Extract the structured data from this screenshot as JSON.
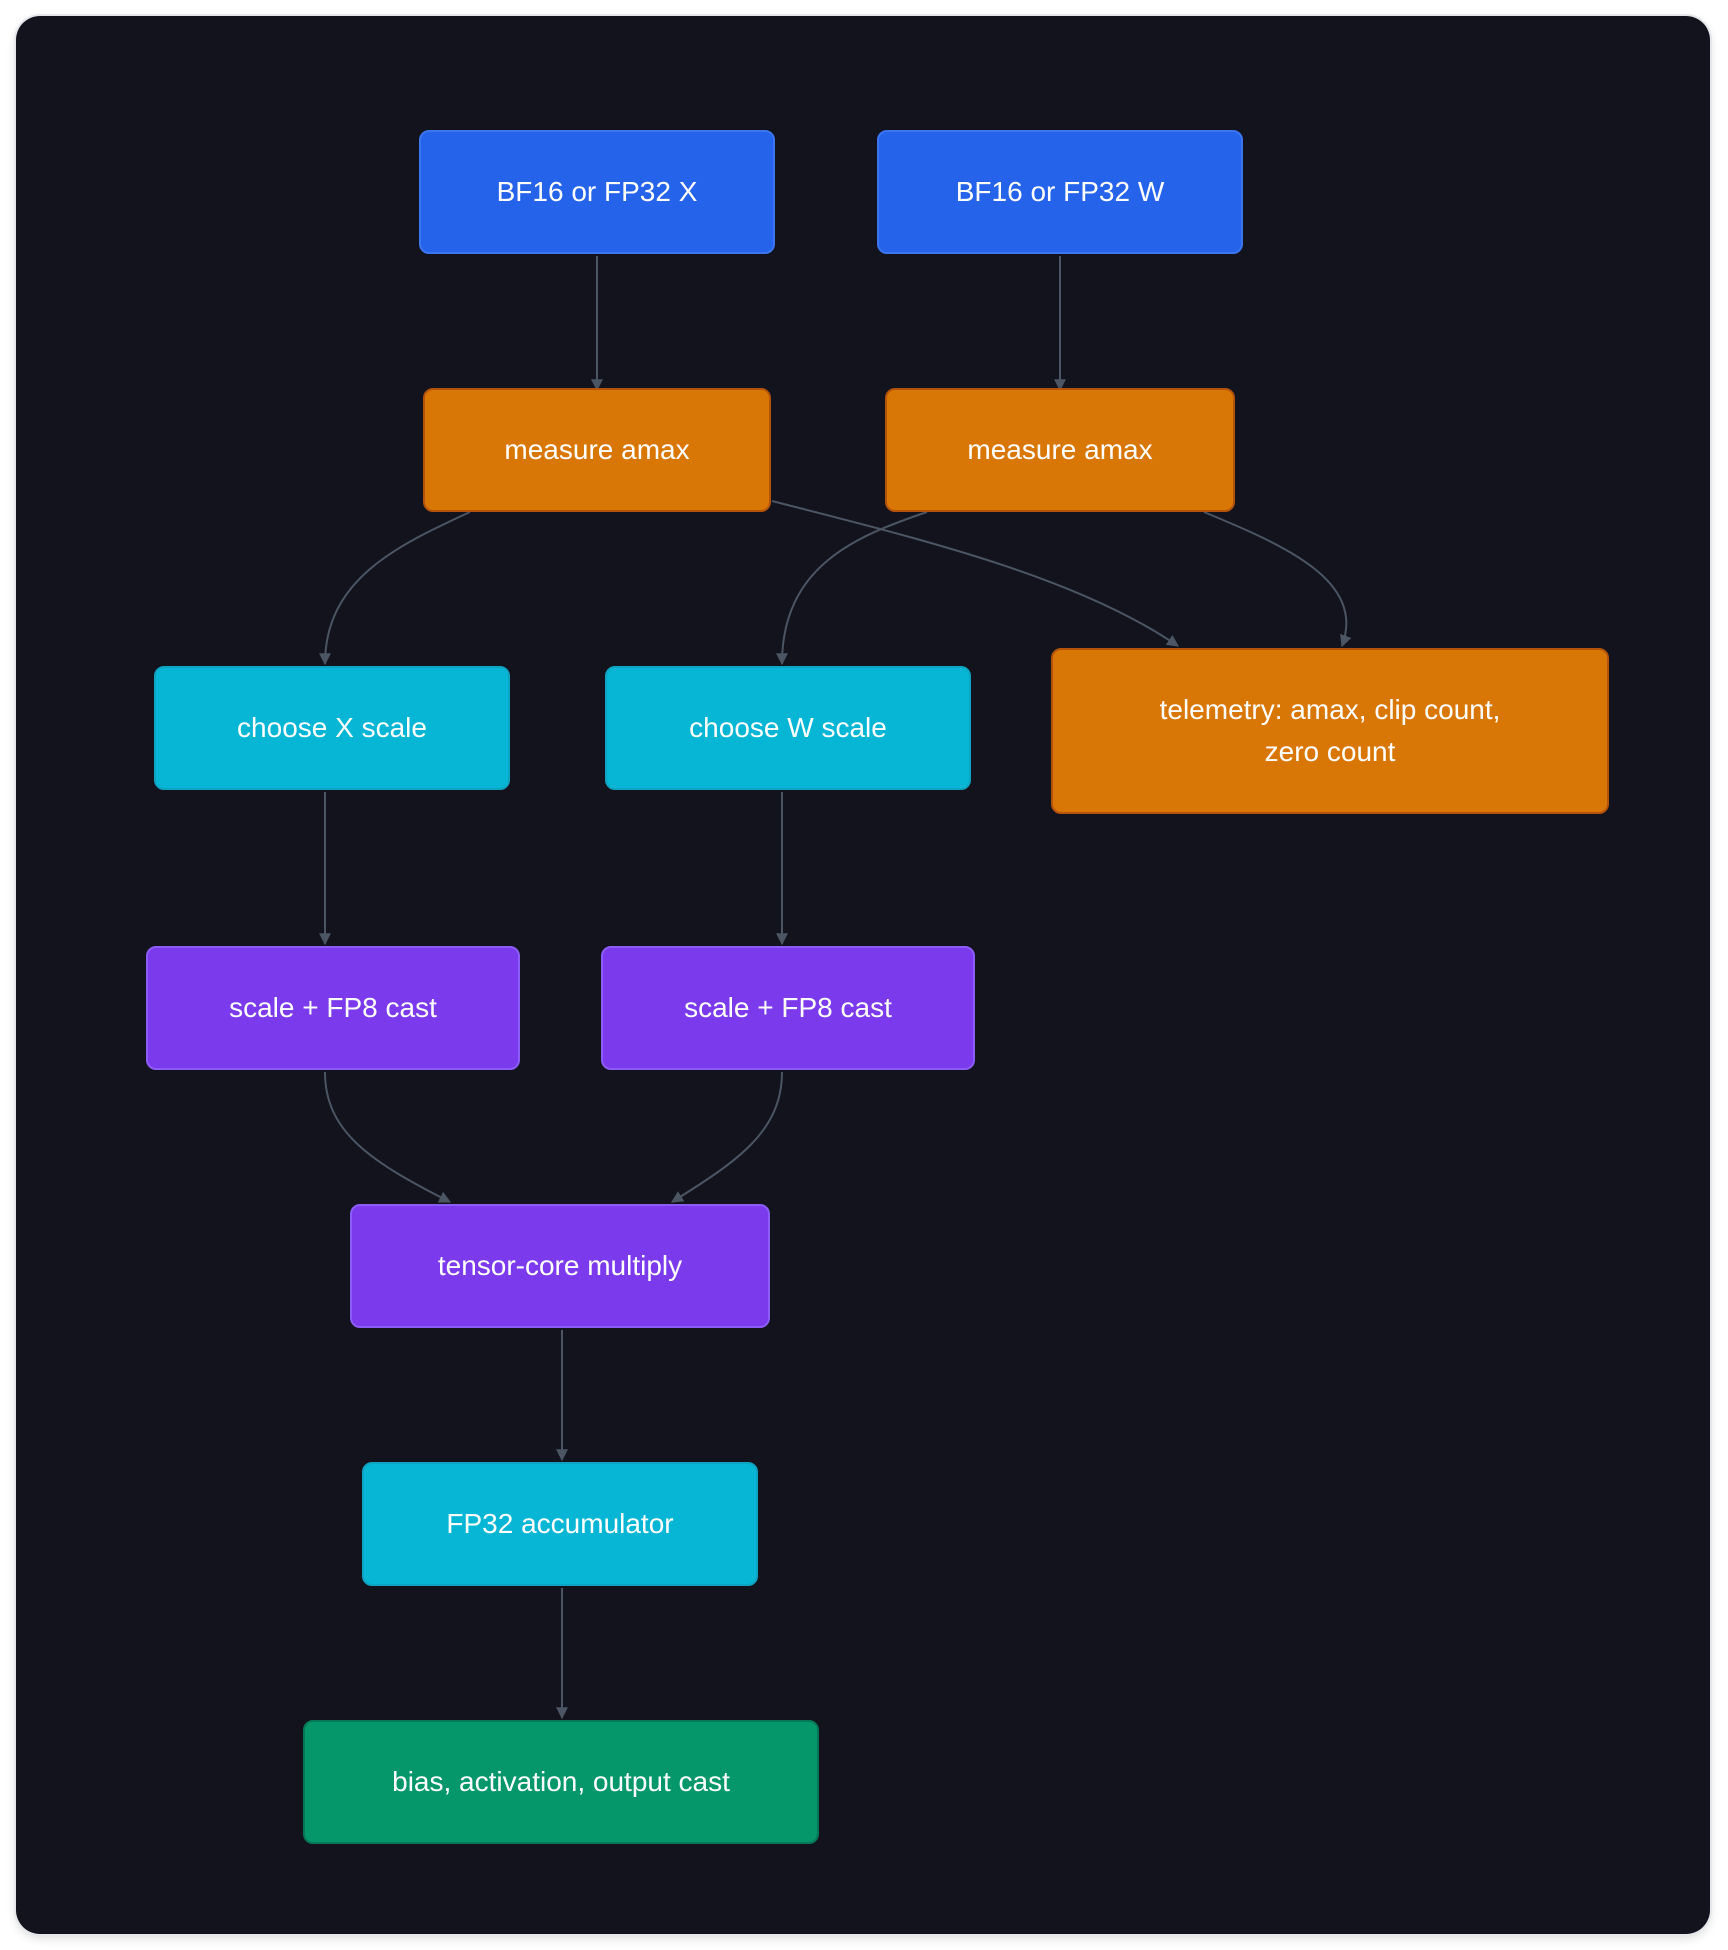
{
  "diagram": {
    "nodes": {
      "input_x": "BF16 or FP32 X",
      "input_w": "BF16 or FP32 W",
      "amax_x": "measure amax",
      "amax_w": "measure amax",
      "scale_x": "choose X scale",
      "scale_w": "choose W scale",
      "telemetry": "telemetry: amax, clip count,\nzero count",
      "cast_x": "scale + FP8 cast",
      "cast_w": "scale + FP8 cast",
      "multiply": "tensor-core multiply",
      "accumulator": "FP32 accumulator",
      "output": "bias, activation, output cast"
    },
    "edges": [
      [
        "input_x",
        "amax_x"
      ],
      [
        "input_w",
        "amax_w"
      ],
      [
        "amax_x",
        "scale_x"
      ],
      [
        "amax_x",
        "telemetry"
      ],
      [
        "amax_w",
        "scale_w"
      ],
      [
        "amax_w",
        "telemetry"
      ],
      [
        "scale_x",
        "cast_x"
      ],
      [
        "scale_w",
        "cast_w"
      ],
      [
        "cast_x",
        "multiply"
      ],
      [
        "cast_w",
        "multiply"
      ],
      [
        "multiply",
        "accumulator"
      ],
      [
        "accumulator",
        "output"
      ]
    ],
    "colors": {
      "background": "#12131d",
      "edge": "#4b5563",
      "input": "#2563eb",
      "measure": "#d97706",
      "scale": "#06b6d4",
      "compute": "#7c3aed",
      "output": "#059669"
    }
  }
}
